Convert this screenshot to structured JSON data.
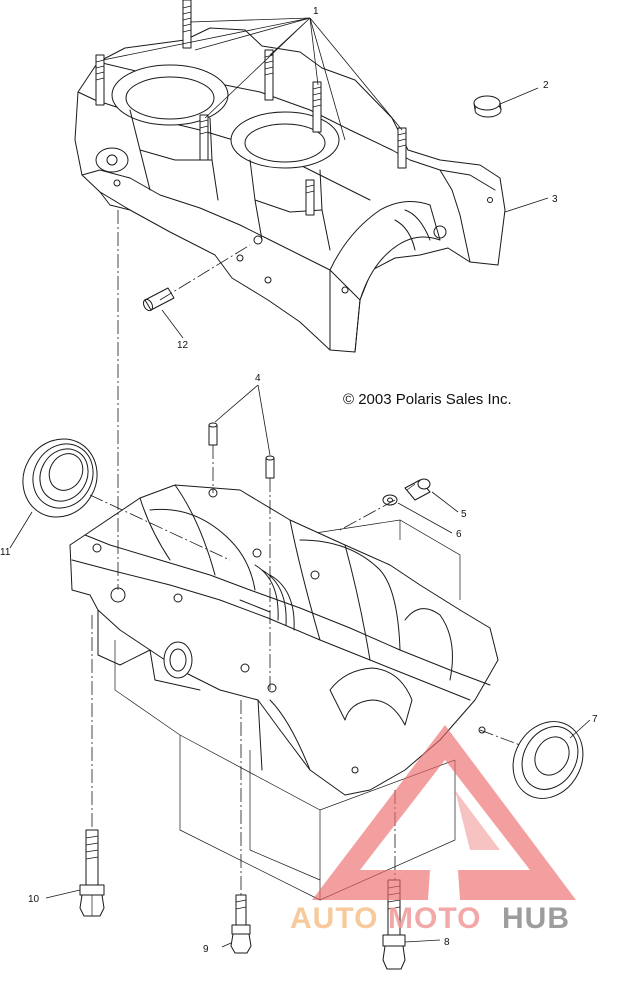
{
  "copyright": "© 2003 Polaris Sales Inc.",
  "callouts": [
    {
      "id": "1",
      "label": "1"
    },
    {
      "id": "2",
      "label": "2"
    },
    {
      "id": "3",
      "label": "3"
    },
    {
      "id": "4",
      "label": "4"
    },
    {
      "id": "5",
      "label": "5"
    },
    {
      "id": "6",
      "label": "6"
    },
    {
      "id": "7",
      "label": "7"
    },
    {
      "id": "8",
      "label": "8"
    },
    {
      "id": "9",
      "label": "9"
    },
    {
      "id": "10",
      "label": "10"
    },
    {
      "id": "11",
      "label": "11"
    },
    {
      "id": "12",
      "label": "12"
    }
  ],
  "watermark": {
    "part1": "AUTO",
    "part2": "MOTO",
    "part3": "HUB",
    "colors": {
      "auto": "#f6c08a",
      "moto": "#f29a9a",
      "hub": "#8c8c8c",
      "triangle": "#ee6a6a"
    }
  }
}
